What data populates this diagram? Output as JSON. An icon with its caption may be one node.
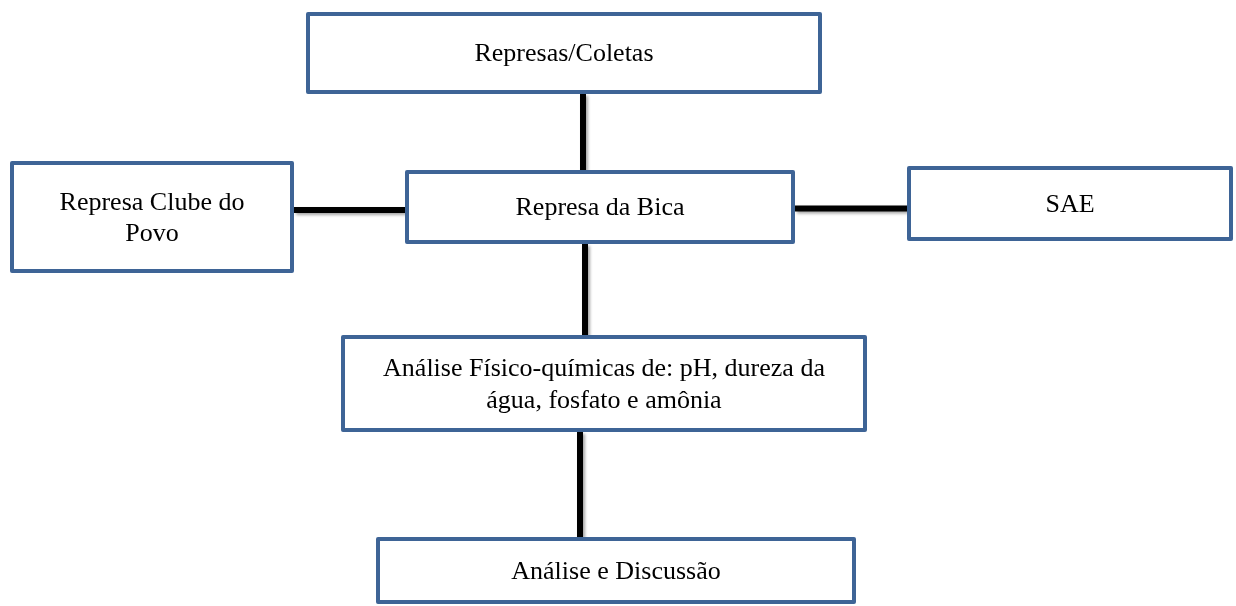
{
  "diagram": {
    "nodes": [
      {
        "text": [
          "Represas/Coletas"
        ]
      },
      {
        "text": [
          "Represa Clube do Povo"
        ]
      },
      {
        "text": [
          "Represa da Bica"
        ]
      },
      {
        "text": [
          "SAE"
        ]
      },
      {
        "text": [
          "Análise Físico-químicas de: pH, dureza da água, fosfato e amônia"
        ]
      },
      {
        "text": [
          "Análise e Discussão"
        ]
      }
    ],
    "edges": [
      {
        "from": 0,
        "to": 2,
        "arrow": "none"
      },
      {
        "from": 1,
        "to": 2,
        "arrow": "none"
      },
      {
        "from": 2,
        "to": 3,
        "arrow": "none"
      },
      {
        "from": 2,
        "to": 4,
        "arrow": "none"
      },
      {
        "from": 4,
        "to": 5,
        "arrow": "none"
      }
    ]
  }
}
